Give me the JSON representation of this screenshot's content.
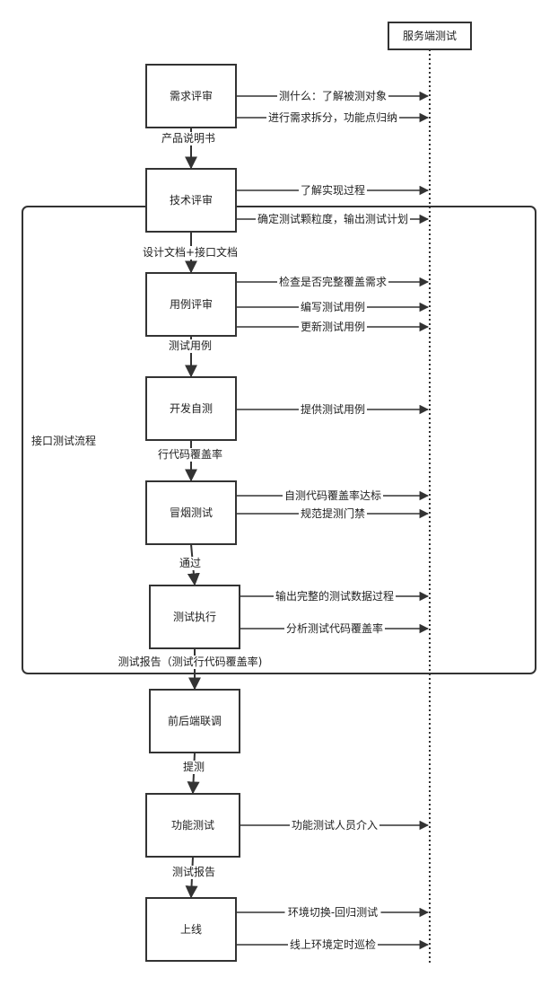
{
  "lane": {
    "title": "服务端测试"
  },
  "group": {
    "label": "接口测试流程"
  },
  "steps": [
    {
      "id": "req",
      "label": "需求评审",
      "notes": [
        "测什么：了解被测对象",
        "进行需求拆分，功能点归纳"
      ],
      "next_label": "产品说明书"
    },
    {
      "id": "tech",
      "label": "技术评审",
      "notes": [
        "了解实现过程",
        "确定测试颗粒度，输出测试计划"
      ],
      "next_label": "设计文档+接口文档"
    },
    {
      "id": "case",
      "label": "用例评审",
      "notes": [
        "检查是否完整覆盖需求",
        "编写测试用例",
        "更新测试用例"
      ],
      "next_label": "测试用例"
    },
    {
      "id": "dev",
      "label": "开发自测",
      "notes": [
        "提供测试用例"
      ],
      "next_label": "行代码覆盖率"
    },
    {
      "id": "smoke",
      "label": "冒烟测试",
      "notes": [
        "自测代码覆盖率达标",
        "规范提测门禁"
      ],
      "next_label": "通过"
    },
    {
      "id": "exec",
      "label": "测试执行",
      "notes": [
        "输出完整的测试数据过程",
        "分析测试代码覆盖率"
      ],
      "next_label": "测试报告（测试行代码覆盖率)"
    },
    {
      "id": "joint",
      "label": "前后端联调",
      "notes": [],
      "next_label": "提测"
    },
    {
      "id": "func",
      "label": "功能测试",
      "notes": [
        "功能测试人员介入"
      ],
      "next_label": "测试报告"
    },
    {
      "id": "live",
      "label": "上线",
      "notes": [
        "环境切换-回归测试",
        "线上环境定时巡检"
      ],
      "next_label": ""
    }
  ]
}
